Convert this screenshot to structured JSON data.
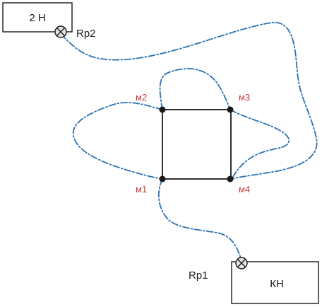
{
  "colors": {
    "cable": "#2a72b5",
    "point_label": "#c83a3a",
    "lines": "#1a1a1a",
    "relay_fill": "#e4e4e4"
  },
  "devices": {
    "top_left": {
      "label": "2 Н"
    },
    "bottom_right": {
      "label": "КН"
    }
  },
  "relays": {
    "rp2": {
      "label": "Rp2"
    },
    "rp1": {
      "label": "Rp1"
    }
  },
  "points": {
    "m1": {
      "label": "м1"
    },
    "m2": {
      "label": "м2"
    },
    "m3": {
      "label": "м3"
    },
    "m4": {
      "label": "м4"
    }
  }
}
